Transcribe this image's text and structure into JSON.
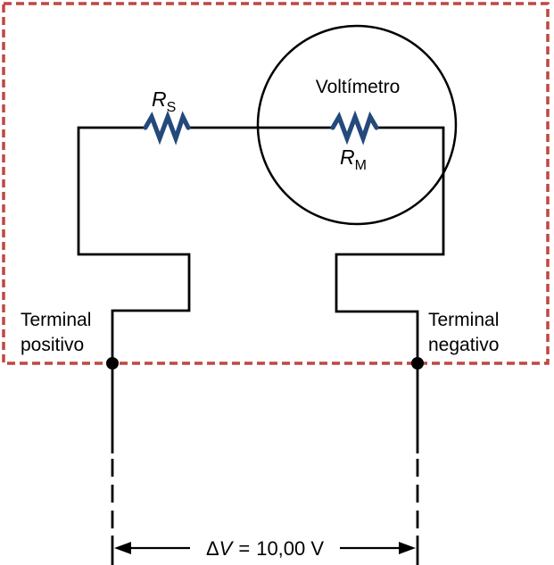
{
  "labels": {
    "voltmeter": "Voltímetro",
    "terminal_positive": {
      "line1": "Terminal",
      "line2": "positivo"
    },
    "terminal_negative": {
      "line1": "Terminal",
      "line2": "negativo"
    }
  },
  "resistors": {
    "series": {
      "symbol": "R",
      "subscript": "S"
    },
    "meter": {
      "symbol": "R",
      "subscript": "M"
    }
  },
  "voltage": {
    "delta": "Δ",
    "variable": "V",
    "equals": "=",
    "value": "10,00 V"
  },
  "colors": {
    "border": "#bf4742",
    "resistor": "#24497b",
    "wire": "#000000"
  }
}
